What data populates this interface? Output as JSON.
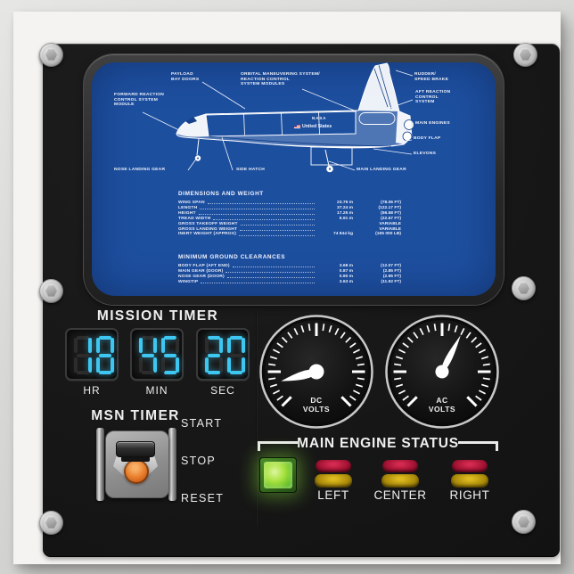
{
  "colors": {
    "screen_blue": "#1d4f9f",
    "digit_cyan": "#3ec7f0",
    "status_green": "#5bb926",
    "status_red": "#a01232",
    "status_amber": "#a8880a",
    "switch_orange": "#e2772a"
  },
  "blueprint": {
    "callouts": [
      {
        "id": "payload-bay-doors",
        "text": "PAYLOAD\nBAY DOORS"
      },
      {
        "id": "oms-rcs-modules",
        "text": "ORBITAL MANEUVERING SYSTEM/\nREACTION CONTROL\nSYSTEM MODULES"
      },
      {
        "id": "rudder-speed-brake",
        "text": "RUDDER/\nSPEED BRAKE"
      },
      {
        "id": "forward-rcs-module",
        "text": "FORWARD REACTION\nCONTROL SYSTEM\nMODULE"
      },
      {
        "id": "aft-rcs",
        "text": "AFT REACTION\nCONTROL\nSYSTEM"
      },
      {
        "id": "main-engines",
        "text": "MAIN ENGINES"
      },
      {
        "id": "body-flap",
        "text": "BODY FLAP"
      },
      {
        "id": "elevons",
        "text": "ELEVONS"
      },
      {
        "id": "nose-landing-gear",
        "text": "NOSE LANDING GEAR"
      },
      {
        "id": "side-hatch",
        "text": "SIDE HATCH"
      },
      {
        "id": "main-landing-gear",
        "text": "MAIN LANDING GEAR"
      }
    ],
    "markings": {
      "nasa": "NASA",
      "united_states": "United States"
    },
    "dimensions": {
      "title": "DIMENSIONS AND WEIGHT",
      "rows": [
        {
          "label": "WING SPAN",
          "metric": "23.79 m",
          "imperial": "(78.06 FT)"
        },
        {
          "label": "LENGTH",
          "metric": "37.24 m",
          "imperial": "(122.17 FT)"
        },
        {
          "label": "HEIGHT",
          "metric": "17.25 m",
          "imperial": "(56.58 FT)"
        },
        {
          "label": "TREAD WIDTH",
          "metric": "6.91 m",
          "imperial": "(22.67 FT)"
        },
        {
          "label": "GROSS TAKEOFF WEIGHT",
          "metric": "",
          "imperial": "VARIABLE"
        },
        {
          "label": "GROSS LANDING WEIGHT",
          "metric": "",
          "imperial": "VARIABLE"
        },
        {
          "label": "INERT WEIGHT (APPROX)",
          "metric": "74 844 kg",
          "imperial": "(165 000 LB)"
        }
      ]
    },
    "clearances": {
      "title": "MINIMUM GROUND CLEARANCES",
      "rows": [
        {
          "label": "BODY FLAP (AFT END)",
          "metric": "3.68 m",
          "imperial": "(12.07 FT)"
        },
        {
          "label": "MAIN GEAR (DOOR)",
          "metric": "0.87 m",
          "imperial": "(2.85 FT)"
        },
        {
          "label": "NOSE GEAR (DOOR)",
          "metric": "0.90 m",
          "imperial": "(2.95 FT)"
        },
        {
          "label": "WINGTIP",
          "metric": "3.63 m",
          "imperial": "(11.92 FT)"
        }
      ]
    }
  },
  "mission_timer": {
    "title": "MISSION TIMER",
    "units": [
      {
        "value": "18",
        "label": "HR"
      },
      {
        "value": "45",
        "label": "MIN"
      },
      {
        "value": "20",
        "label": "SEC"
      }
    ]
  },
  "gauges": [
    {
      "name": "DC VOLTS",
      "line1": "DC",
      "line2": "VOLTS",
      "needle_deg": 255
    },
    {
      "name": "AC VOLTS",
      "line1": "AC",
      "line2": "VOLTS",
      "needle_deg": 27
    }
  ],
  "msn_timer": {
    "title": "MSN TIMER",
    "switch_state": "down",
    "positions": [
      {
        "label": "START"
      },
      {
        "label": "STOP"
      },
      {
        "label": "RESET"
      }
    ]
  },
  "engine_status": {
    "title": "MAIN ENGINE STATUS",
    "master_light": "lit",
    "engines": [
      {
        "label": "LEFT",
        "red": "dim",
        "amber": "dim"
      },
      {
        "label": "CENTER",
        "red": "dim",
        "amber": "dim"
      },
      {
        "label": "RIGHT",
        "red": "dim",
        "amber": "dim"
      }
    ]
  }
}
